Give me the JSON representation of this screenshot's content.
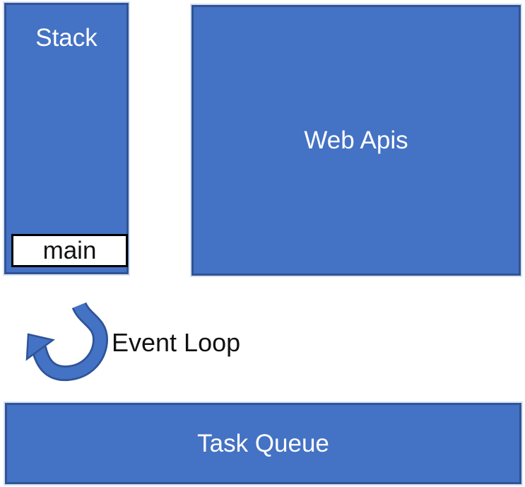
{
  "boxes": {
    "stack": {
      "label": "Stack"
    },
    "main": {
      "label": "main"
    },
    "web_apis": {
      "label": "Web Apis"
    },
    "task_queue": {
      "label": "Task Queue"
    }
  },
  "event_loop": {
    "label": "Event Loop"
  },
  "icons": {
    "event_loop_arrow": "curved-arrow-counterclockwise"
  },
  "colors": {
    "background": "#FFFFFF",
    "box_fill": "#4472C4",
    "box_border": "#2F5496",
    "main_box_fill": "#FFFFFF",
    "main_box_border": "#000000",
    "label_on_blue": "#FFFFFF",
    "dark_text": "#111111"
  }
}
